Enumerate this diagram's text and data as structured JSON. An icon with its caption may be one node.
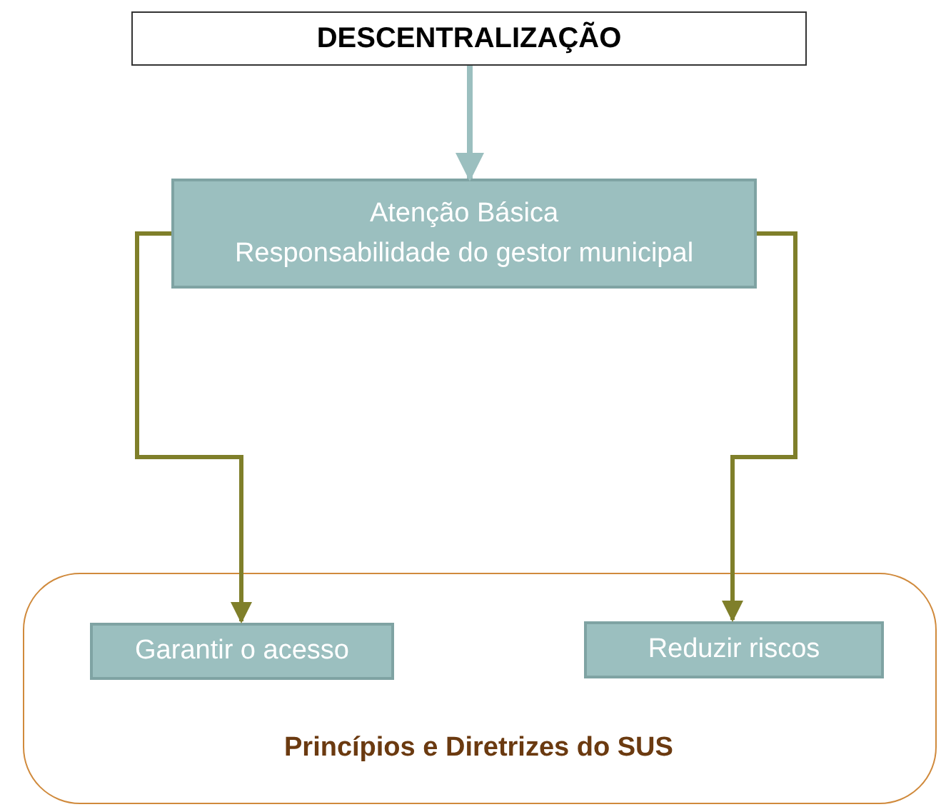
{
  "diagram": {
    "nodes": [
      {
        "text": [
          "DESCENTRALIZAÇÃO"
        ]
      },
      {
        "text": [
          "Atenção Básica",
          "Responsabilidade do gestor municipal"
        ]
      },
      {
        "text": [
          "Princípios e Diretrizes do SUS"
        ]
      },
      {
        "text": [
          "Garantir o acesso"
        ],
        "in": 2
      },
      {
        "text": [
          "Reduzir riscos"
        ],
        "in": 2
      }
    ],
    "edges": [
      {
        "from": 0,
        "to": 1,
        "arrow": "to",
        "color": "#9bbfbf"
      },
      {
        "from": 1,
        "to": 3,
        "arrow": "to"
      },
      {
        "from": 1,
        "to": 4,
        "arrow": "to"
      }
    ]
  }
}
